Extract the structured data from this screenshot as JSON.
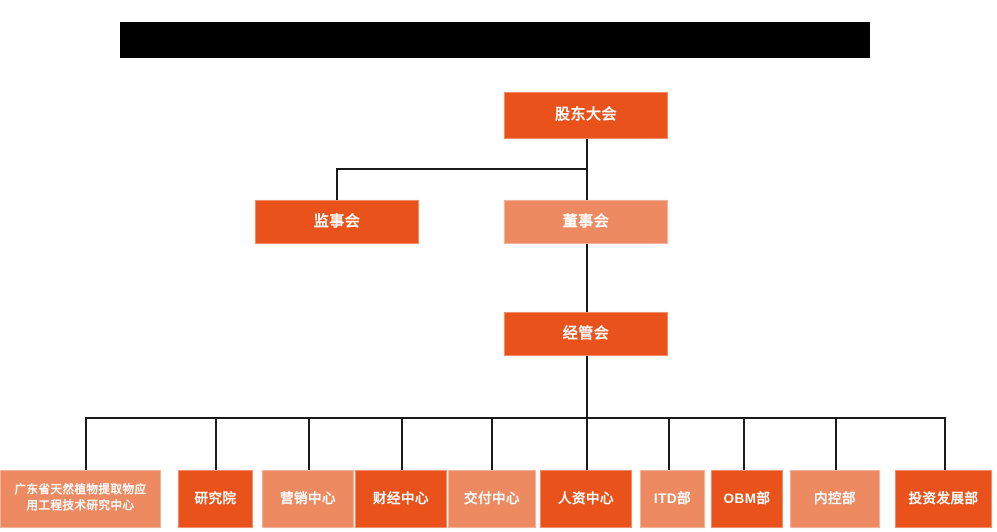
{
  "header": {
    "title": "",
    "bar_color": "#000000"
  },
  "palette": {
    "dark_orange": "#E9521A",
    "light_orange": "#ED8A62",
    "line_color": "#1A1A1A",
    "text_color": "#FFFFFF",
    "background": "#FFFFFF"
  },
  "chart": {
    "type": "org-chart",
    "tier1": {
      "label": "股东大会",
      "shade": "dark"
    },
    "tier2": [
      {
        "label": "监事会",
        "shade": "dark"
      },
      {
        "label": "董事会",
        "shade": "light"
      }
    ],
    "tier3": {
      "label": "经管会",
      "shade": "dark"
    },
    "tier4": [
      {
        "label": "广东省天然植物提取物应用工程技术研究中心",
        "line1": "广东省天然植物提取物应",
        "line2": "用工程技术研究中心",
        "shade": "light",
        "multiline": true
      },
      {
        "label": "研究院",
        "shade": "dark",
        "multiline": false
      },
      {
        "label": "营销中心",
        "shade": "light",
        "multiline": false
      },
      {
        "label": "财经中心",
        "shade": "dark",
        "multiline": false
      },
      {
        "label": "交付中心",
        "shade": "light",
        "multiline": false
      },
      {
        "label": "人资中心",
        "shade": "dark",
        "multiline": false
      },
      {
        "label": "ITD部",
        "shade": "light",
        "multiline": false
      },
      {
        "label": "OBM部",
        "shade": "dark",
        "multiline": false
      },
      {
        "label": "内控部",
        "shade": "light",
        "multiline": false
      },
      {
        "label": "投资发展部",
        "shade": "dark",
        "multiline": false
      }
    ]
  }
}
